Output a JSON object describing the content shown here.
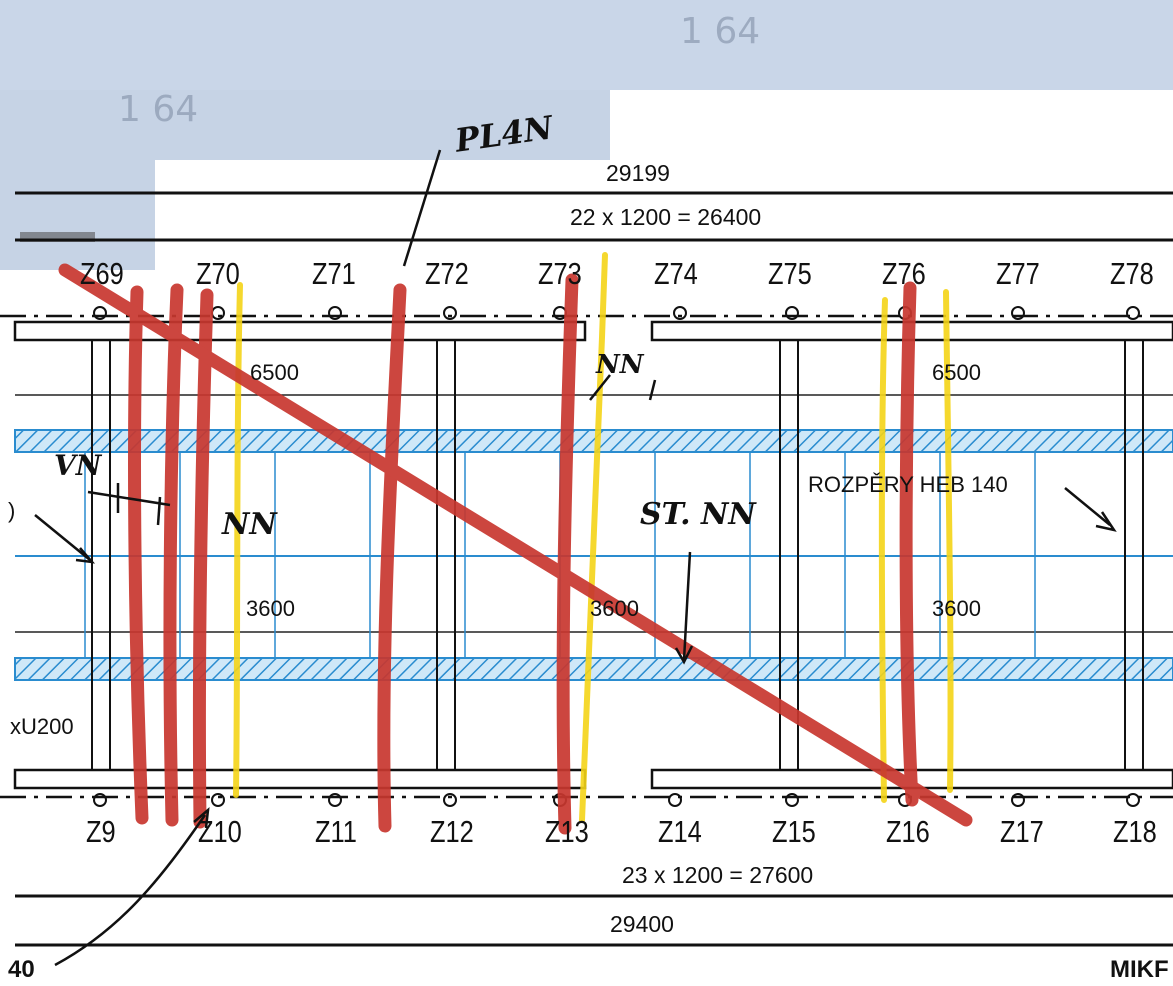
{
  "top_dimensions": {
    "overall": "29199",
    "grid": "22 x 1200 = 26400"
  },
  "bottom_dimensions": {
    "grid": "23 x 1200 = 27600",
    "overall": "29400"
  },
  "top_columns": [
    "Z69",
    "Z70",
    "Z71",
    "Z72",
    "Z73",
    "Z74",
    "Z75",
    "Z76",
    "Z77",
    "Z78"
  ],
  "bottom_columns": [
    "Z9",
    "Z10",
    "Z11",
    "Z12",
    "Z13",
    "Z14",
    "Z15",
    "Z16",
    "Z17",
    "Z18"
  ],
  "spans": {
    "upper_left": "6500",
    "upper_right": "6500",
    "middle_left": "3600",
    "middle_center": "3600",
    "middle_right": "3600"
  },
  "annotations": {
    "bracing": "ROZPĚRY HEB 140",
    "profile": "xU200",
    "left_cut": ")",
    "bottom_left_code": "40",
    "bottom_right_code": "MIKF"
  },
  "handwritten": {
    "top": "PL4N",
    "nn_upper": "NN",
    "vn": "VN",
    "nn_left": "NN",
    "st_nn": "ST. NN"
  },
  "background_marks": {
    "scale_top": "1 64",
    "scale_left": "1 64"
  },
  "colors": {
    "red_marker": "#c8372f",
    "yellow_marker": "#f4d417",
    "blue_beam": "#2a8ccf",
    "blue_hatch_fill": "#c9e6f7",
    "gray_background": "#c6d3e5"
  }
}
